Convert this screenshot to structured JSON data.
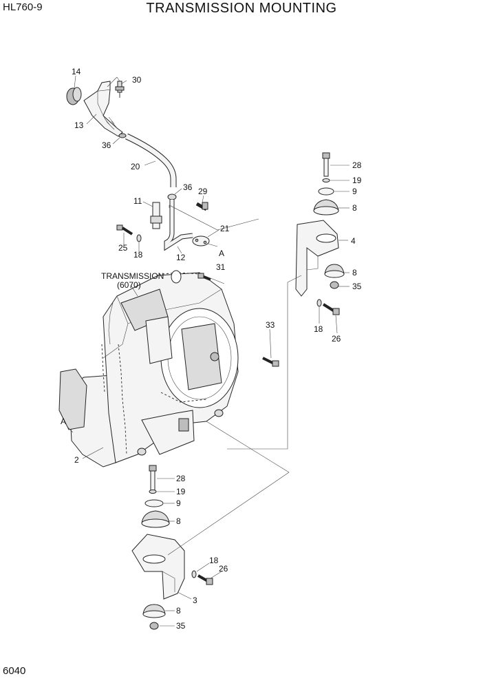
{
  "header": {
    "model": "HL760-9",
    "title": "TRANSMISSION MOUNTING"
  },
  "footer": {
    "page_number": "6040"
  },
  "diagram": {
    "transmission_label": "TRANSMISSION",
    "transmission_sublabel": "(6070)",
    "callouts": [
      {
        "id": "c14",
        "text": "14"
      },
      {
        "id": "c30",
        "text": "30"
      },
      {
        "id": "c13",
        "text": "13"
      },
      {
        "id": "c36a",
        "text": "36"
      },
      {
        "id": "c20",
        "text": "20"
      },
      {
        "id": "c36b",
        "text": "36"
      },
      {
        "id": "c29",
        "text": "29"
      },
      {
        "id": "c11",
        "text": "11"
      },
      {
        "id": "c21",
        "text": "21"
      },
      {
        "id": "c25",
        "text": "25"
      },
      {
        "id": "c18a",
        "text": "18"
      },
      {
        "id": "c12",
        "text": "12"
      },
      {
        "id": "cA1",
        "text": "A"
      },
      {
        "id": "c31",
        "text": "31"
      },
      {
        "id": "c33",
        "text": "33"
      },
      {
        "id": "c28a",
        "text": "28"
      },
      {
        "id": "c19a",
        "text": "19"
      },
      {
        "id": "c9a",
        "text": "9"
      },
      {
        "id": "c8a",
        "text": "8"
      },
      {
        "id": "c4",
        "text": "4"
      },
      {
        "id": "c8b",
        "text": "8"
      },
      {
        "id": "c35a",
        "text": "35"
      },
      {
        "id": "c18b",
        "text": "18"
      },
      {
        "id": "c26a",
        "text": "26"
      },
      {
        "id": "cA2",
        "text": "A"
      },
      {
        "id": "c2",
        "text": "2"
      },
      {
        "id": "c28b",
        "text": "28"
      },
      {
        "id": "c19b",
        "text": "19"
      },
      {
        "id": "c9b",
        "text": "9"
      },
      {
        "id": "c8c",
        "text": "8"
      },
      {
        "id": "c18c",
        "text": "18"
      },
      {
        "id": "c26b",
        "text": "26"
      },
      {
        "id": "c3",
        "text": "3"
      },
      {
        "id": "c8d",
        "text": "8"
      },
      {
        "id": "c35b",
        "text": "35"
      }
    ]
  }
}
